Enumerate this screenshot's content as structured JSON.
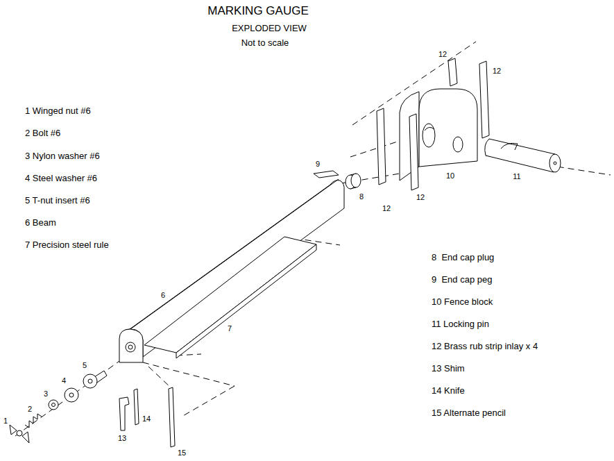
{
  "diagram": {
    "title": "MARKING GAUGE",
    "labels": [
      "EXPLODED VIEW",
      "Not to scale",
      "1 Winged nut #6",
      "2 Bolt #6",
      "3 Nylon washer #6",
      "4 Steel washer #6",
      "5 T-nut insert #6",
      "6 Beam",
      "7 Precision steel rule",
      "8  End cap plug",
      "9  End cap peg",
      "10 Fence block",
      "11 Locking pin",
      "12 Brass rub strip inlay x 4",
      "13 Shim",
      "14 Knife",
      "15 Alternate pencil",
      "12",
      "12",
      "9",
      "8",
      "12",
      "12",
      "10",
      "11",
      "6",
      "7",
      "5",
      "4",
      "3",
      "2",
      "1",
      "13",
      "14",
      "15"
    ]
  }
}
